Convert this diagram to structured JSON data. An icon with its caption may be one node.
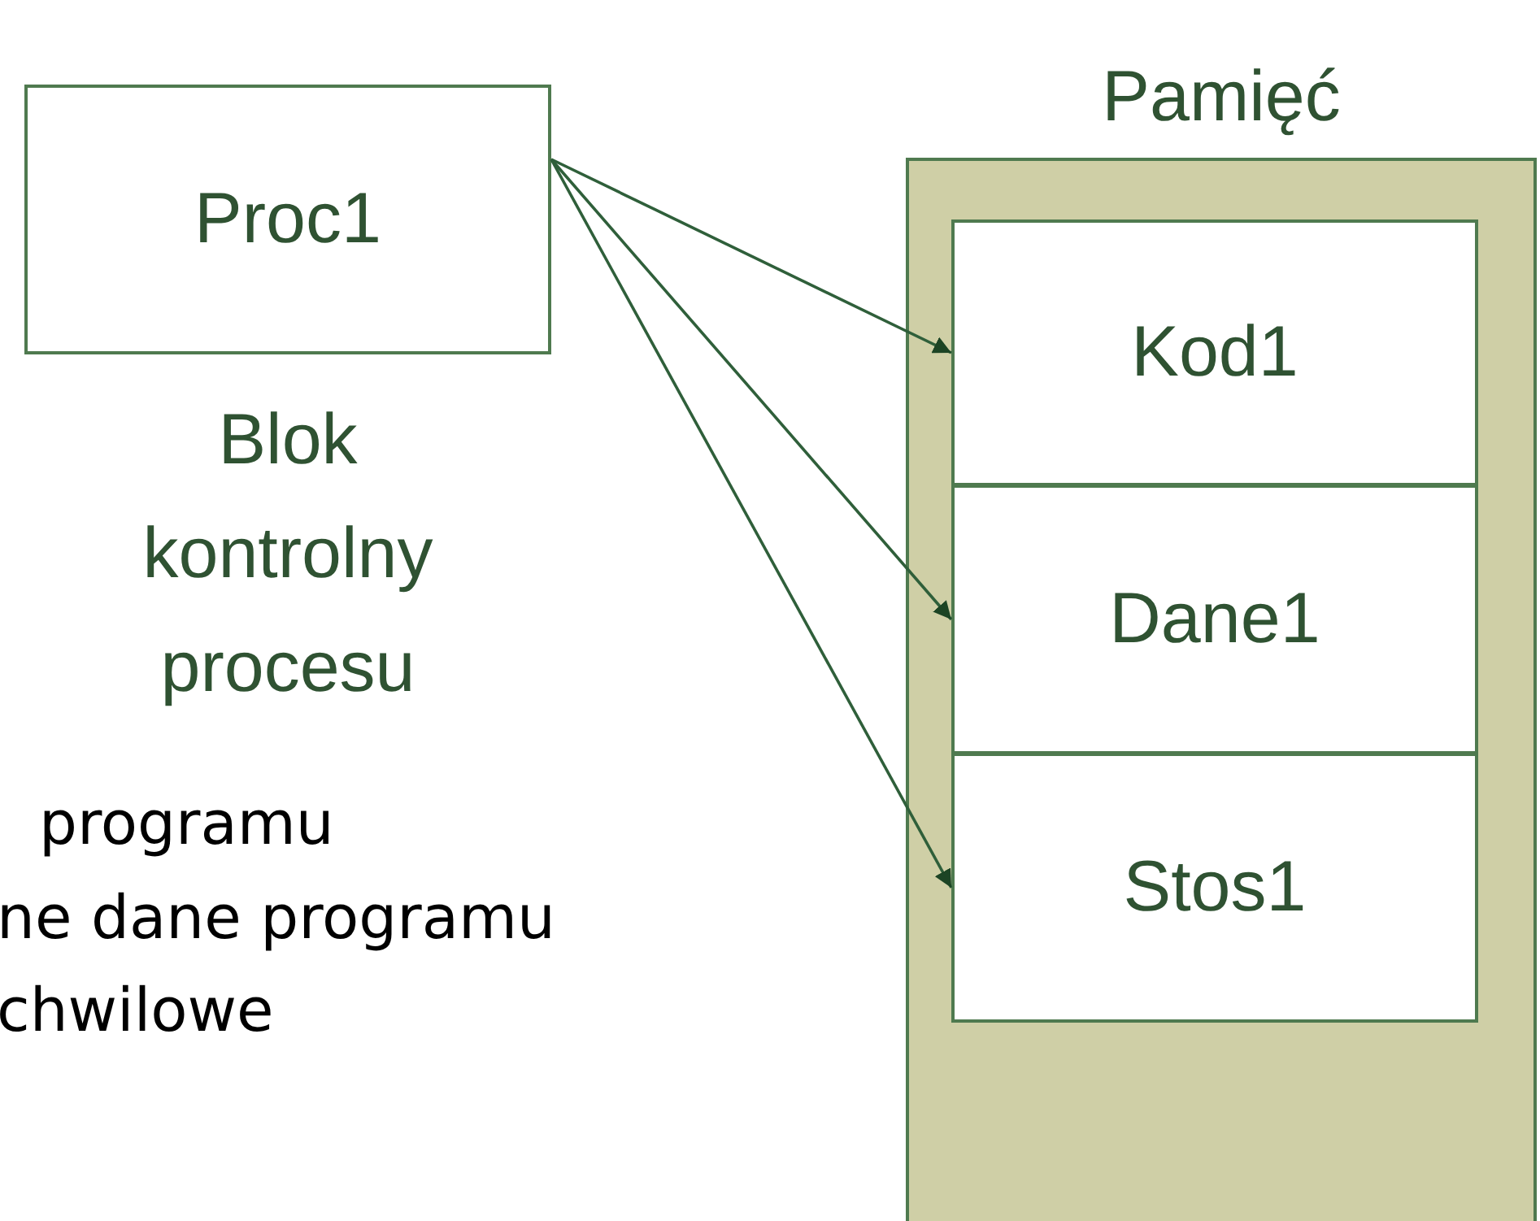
{
  "diagram": {
    "nodes": [
      {
        "text": [
          "Proc1"
        ],
        "beside": [
          "Blok kontrolny procesu"
        ]
      },
      {
        "text": [
          "Pamięć"
        ]
      },
      {
        "text": [
          "Kod1"
        ],
        "in": 1
      },
      {
        "text": [
          "Dane1"
        ],
        "in": 1
      },
      {
        "text": [
          "Stos1"
        ],
        "in": 1
      }
    ],
    "edges": [
      {
        "from": 0,
        "to": 2,
        "arrow": "to"
      },
      {
        "from": 0,
        "to": 3,
        "arrow": "to"
      },
      {
        "from": 0,
        "to": 4,
        "arrow": "to"
      }
    ],
    "labels": [
      "programu",
      "ne dane programu",
      "chwilowe"
    ]
  }
}
